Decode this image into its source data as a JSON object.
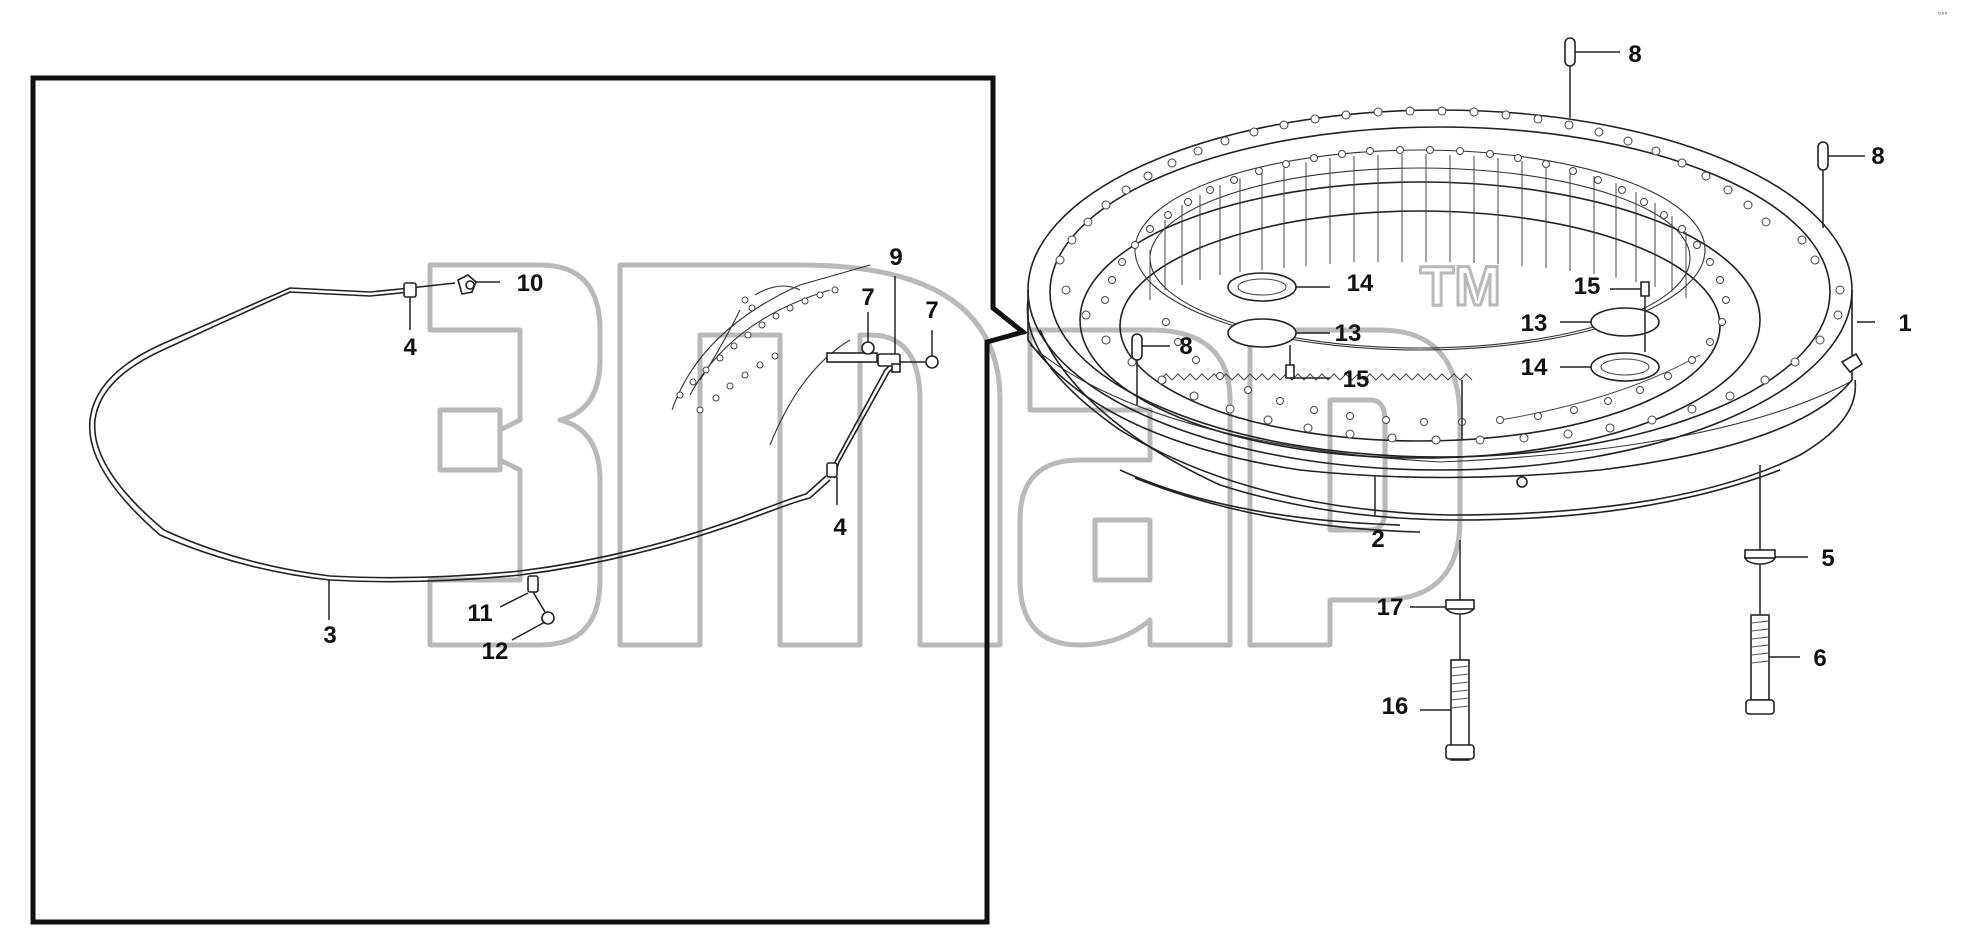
{
  "watermark": {
    "trademark": "TM"
  },
  "corner_mark": "°°°",
  "callouts": [
    {
      "id": "c1",
      "text": "1"
    },
    {
      "id": "c2",
      "text": "2"
    },
    {
      "id": "c3",
      "text": "3"
    },
    {
      "id": "c4a",
      "text": "4"
    },
    {
      "id": "c4b",
      "text": "4"
    },
    {
      "id": "c5",
      "text": "5"
    },
    {
      "id": "c6",
      "text": "6"
    },
    {
      "id": "c7a",
      "text": "7"
    },
    {
      "id": "c7b",
      "text": "7"
    },
    {
      "id": "c8a",
      "text": "8"
    },
    {
      "id": "c8b",
      "text": "8"
    },
    {
      "id": "c8c",
      "text": "8"
    },
    {
      "id": "c9",
      "text": "9"
    },
    {
      "id": "c10",
      "text": "10"
    },
    {
      "id": "c11",
      "text": "11"
    },
    {
      "id": "c12",
      "text": "12"
    },
    {
      "id": "c13a",
      "text": "13"
    },
    {
      "id": "c13b",
      "text": "13"
    },
    {
      "id": "c14a",
      "text": "14"
    },
    {
      "id": "c14b",
      "text": "14"
    },
    {
      "id": "c15a",
      "text": "15"
    },
    {
      "id": "c15b",
      "text": "15"
    },
    {
      "id": "c16",
      "text": "16"
    },
    {
      "id": "c17",
      "text": "17"
    }
  ]
}
